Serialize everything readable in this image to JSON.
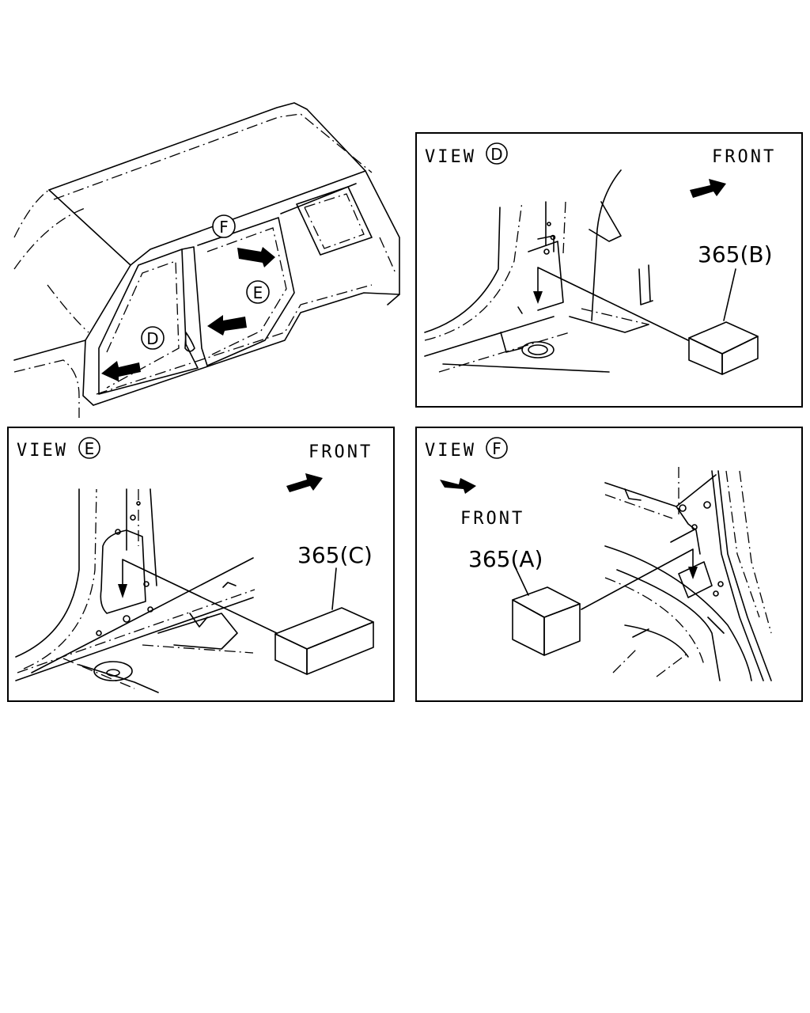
{
  "overview": {
    "marker_f": "F",
    "marker_e": "E",
    "marker_d": "D"
  },
  "view_d": {
    "label": "VIEW",
    "letter": "D",
    "front": "FRONT",
    "part": "365(B)"
  },
  "view_e": {
    "label": "VIEW",
    "letter": "E",
    "front": "FRONT",
    "part": "365(C)"
  },
  "view_f": {
    "label": "VIEW",
    "letter": "F",
    "front": "FRONT",
    "part": "365(A)"
  }
}
